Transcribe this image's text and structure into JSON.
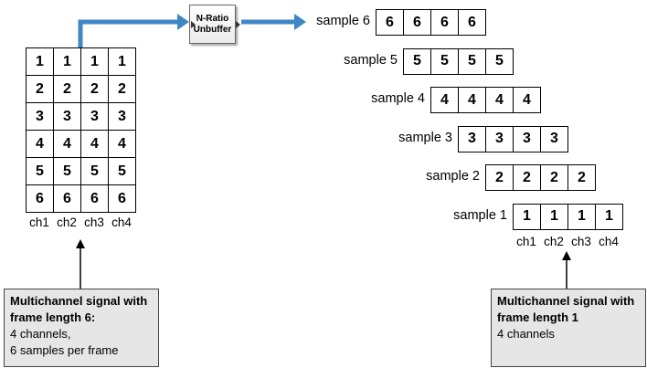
{
  "block": {
    "line1": "N-Ratio",
    "line2": "Unbuffer"
  },
  "input_frame": {
    "rows": [
      [
        "1",
        "1",
        "1",
        "1"
      ],
      [
        "2",
        "2",
        "2",
        "2"
      ],
      [
        "3",
        "3",
        "3",
        "3"
      ],
      [
        "4",
        "4",
        "4",
        "4"
      ],
      [
        "5",
        "5",
        "5",
        "5"
      ],
      [
        "6",
        "6",
        "6",
        "6"
      ]
    ],
    "channels": [
      "ch1",
      "ch2",
      "ch3",
      "ch4"
    ]
  },
  "output_samples": [
    {
      "label": "sample 6",
      "values": [
        "6",
        "6",
        "6",
        "6"
      ]
    },
    {
      "label": "sample 5",
      "values": [
        "5",
        "5",
        "5",
        "5"
      ]
    },
    {
      "label": "sample 4",
      "values": [
        "4",
        "4",
        "4",
        "4"
      ]
    },
    {
      "label": "sample 3",
      "values": [
        "3",
        "3",
        "3",
        "3"
      ]
    },
    {
      "label": "sample 2",
      "values": [
        "2",
        "2",
        "2",
        "2"
      ]
    },
    {
      "label": "sample 1",
      "values": [
        "1",
        "1",
        "1",
        "1"
      ]
    }
  ],
  "output_channels": [
    "ch1",
    "ch2",
    "ch3",
    "ch4"
  ],
  "left_note": {
    "title_line1": "Multichannel signal with",
    "title_line2": "frame length 6:",
    "body_line1": "4 channels,",
    "body_line2": "6 samples per frame"
  },
  "right_note": {
    "title_line1": "Multichannel signal with",
    "title_line2": "frame length 1",
    "body_line1": "4 channels"
  },
  "colors": {
    "signal_line": "#3f86c4",
    "arrow": "#000000",
    "note_bg": "#e6e6e6"
  }
}
